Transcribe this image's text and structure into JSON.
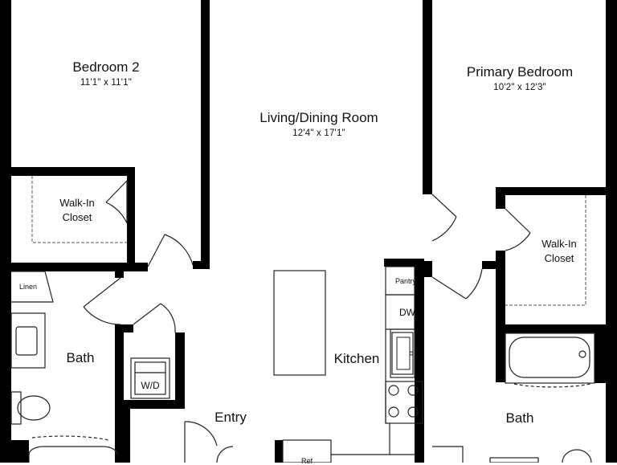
{
  "rooms": {
    "bedroom2": {
      "name": "Bedroom 2",
      "dims": "11'1\" x 11'1\""
    },
    "living": {
      "name": "Living/Dining Room",
      "dims": "12'4\" x 17'1\""
    },
    "primary": {
      "name": "Primary Bedroom",
      "dims": "10'2\" x 12'3\""
    },
    "walkin_left": {
      "line1": "Walk-In",
      "line2": "Closet"
    },
    "walkin_right": {
      "line1": "Walk-In",
      "line2": "Closet"
    },
    "bath_left": {
      "name": "Bath"
    },
    "bath_right": {
      "name": "Bath"
    },
    "kitchen": {
      "name": "Kitchen"
    },
    "entry": {
      "name": "Entry"
    }
  },
  "fixtures": {
    "linen": "Linen",
    "pantry": "Pantry",
    "dishwasher": "DW",
    "washer_dryer": "W/D",
    "refrigerator": "Ref"
  }
}
